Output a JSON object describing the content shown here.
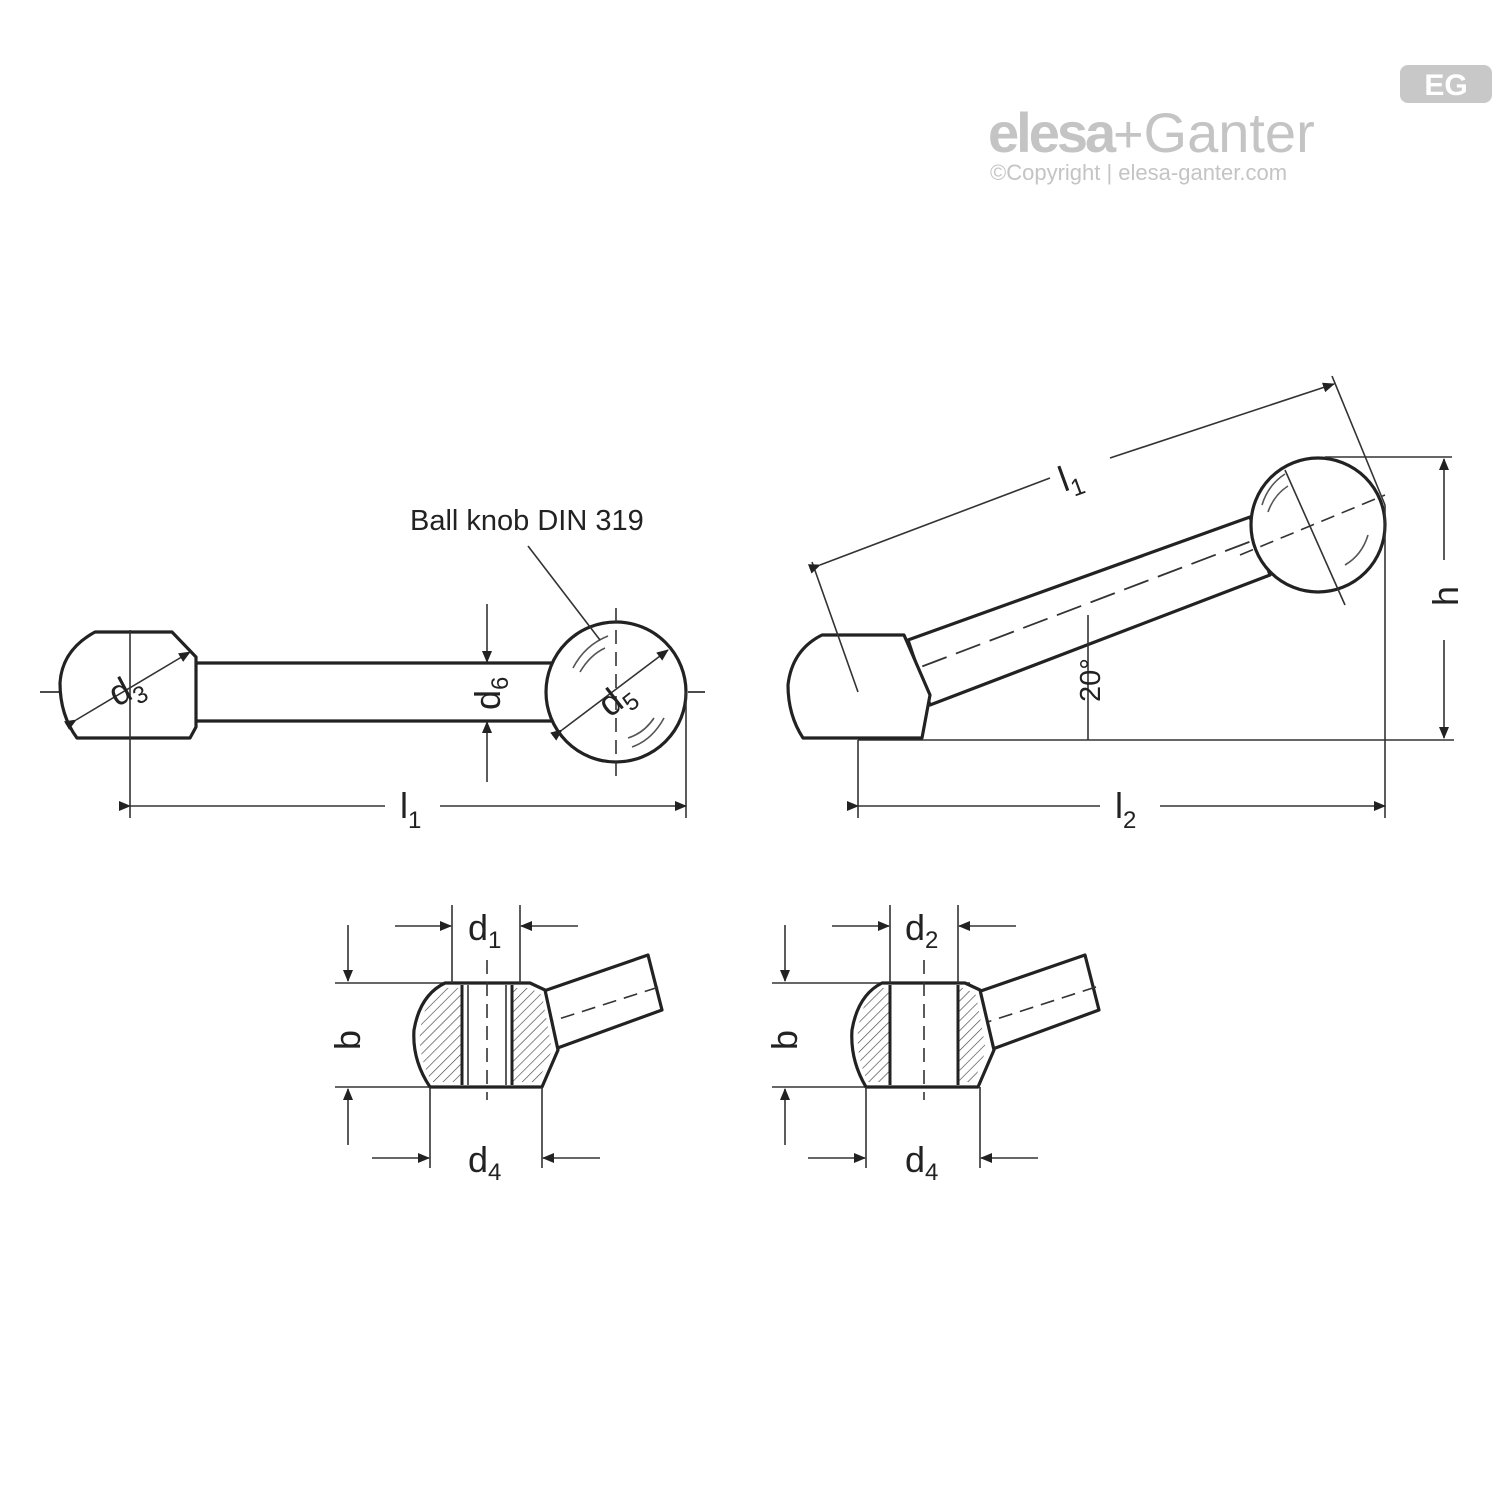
{
  "logo": {
    "brand_primary": "elesa",
    "brand_plus": "+",
    "brand_secondary": "Ganter",
    "copyright": "©Copyright | elesa-ganter.com",
    "badge": "EG",
    "color": "#c4c4c4"
  },
  "callout": {
    "ball_knob": "Ball knob DIN 319"
  },
  "dimensions": {
    "d3": {
      "main": "d",
      "sub": "3"
    },
    "d5": {
      "main": "d",
      "sub": "5"
    },
    "d6": {
      "main": "d",
      "sub": "6"
    },
    "l1_front": {
      "main": "l",
      "sub": "1"
    },
    "l1_angled": {
      "main": "l",
      "sub": "1"
    },
    "l2": {
      "main": "l",
      "sub": "2"
    },
    "h": "h",
    "angle": "20°",
    "d1": {
      "main": "d",
      "sub": "1"
    },
    "d2": {
      "main": "d",
      "sub": "2"
    },
    "b_left": "b",
    "b_right": "b",
    "d4_left": {
      "main": "d",
      "sub": "4"
    },
    "d4_right": {
      "main": "d",
      "sub": "4"
    }
  }
}
